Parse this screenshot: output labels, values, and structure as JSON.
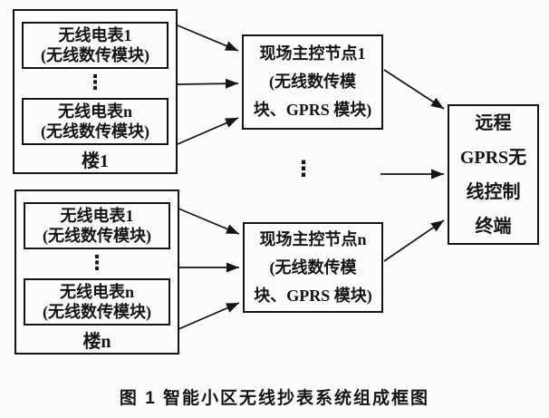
{
  "page": {
    "background_color": "#fcfcfc",
    "line_color": "#141414"
  },
  "diagram": {
    "buildings": [
      {
        "label": "楼1",
        "meter_top": {
          "line1": "无线电表1",
          "line2": "(无线数传模块)"
        },
        "ellipsis": "⋮",
        "meter_bottom": {
          "line1": "无线电表n",
          "line2": "(无线数传模块)"
        }
      },
      {
        "label": "楼n",
        "meter_top": {
          "line1": "无线电表1",
          "line2": "(无线数传模块)"
        },
        "ellipsis": "⋮",
        "meter_bottom": {
          "line1": "无线电表n",
          "line2": "(无线数传模块)"
        }
      }
    ],
    "master_nodes": [
      {
        "line1": "现场主控节点1",
        "line2": "(无线数传模",
        "line3": "块、GPRS 模块)"
      },
      {
        "line1": "现场主控节点n",
        "line2": "(无线数传模",
        "line3": "块、GPRS 模块)"
      }
    ],
    "between_masters_ellipsis": "⋮",
    "remote_terminal": {
      "line1": "远程",
      "line2": "GPRS无",
      "line3": "线控制",
      "line4": "终端"
    },
    "caption": "图 1  智能小区无线抄表系统组成框图"
  }
}
